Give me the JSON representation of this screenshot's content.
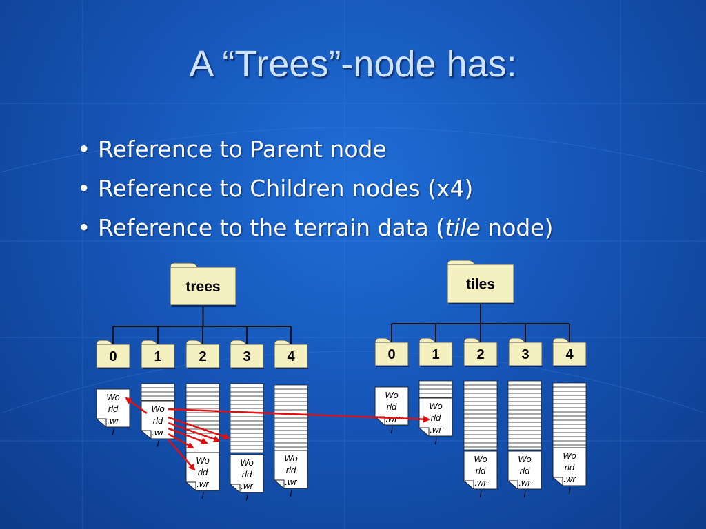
{
  "slide": {
    "title": "A “Trees”-node has:",
    "bullets": [
      {
        "prefix": "Reference to Parent node",
        "italic": "",
        "suffix": ""
      },
      {
        "prefix": "Reference to Children nodes (x4)",
        "italic": "",
        "suffix": ""
      },
      {
        "prefix": "Reference to the terrain data (",
        "italic": "tile",
        "suffix": " node)"
      }
    ],
    "bullet_glyph": "•"
  },
  "diagram": {
    "trees_root_label": "trees",
    "tiles_root_label": "tiles",
    "trees_children": [
      "0",
      "1",
      "2",
      "3",
      "4"
    ],
    "tiles_children": [
      "0",
      "1",
      "2",
      "3",
      "4"
    ],
    "file_label_lines": [
      "Wo",
      "rld",
      ".wr",
      "l"
    ],
    "colors": {
      "folder_fill": "#f5f0c0",
      "arrow": "#e01010",
      "connector": "#111111"
    }
  }
}
